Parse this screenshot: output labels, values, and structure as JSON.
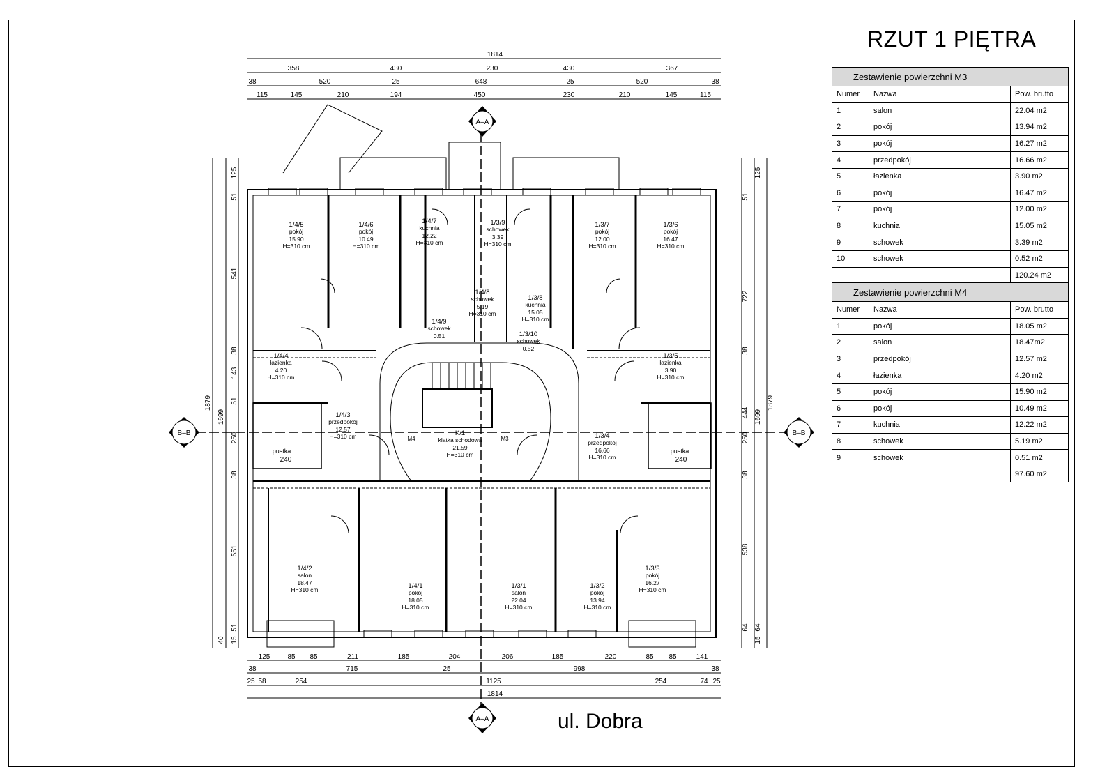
{
  "title": "RZUT 1 PIĘTRA",
  "street": "ul. Dobra",
  "section_marks": {
    "aa": "A–A",
    "bb": "B–B"
  },
  "table_m3": {
    "caption": "Zestawienie powierzchni  M3",
    "headers": [
      "Numer",
      "Nazwa",
      "Pow. brutto"
    ],
    "rows": [
      [
        "1",
        "salon",
        "22.04 m2"
      ],
      [
        "2",
        "pokój",
        "13.94 m2"
      ],
      [
        "3",
        "pokój",
        "16.27 m2"
      ],
      [
        "4",
        "przedpokój",
        "16.66 m2"
      ],
      [
        "5",
        "łazienka",
        "3.90 m2"
      ],
      [
        "6",
        "pokój",
        "16.47 m2"
      ],
      [
        "7",
        "pokój",
        "12.00 m2"
      ],
      [
        "8",
        "kuchnia",
        "15.05 m2"
      ],
      [
        "9",
        "schowek",
        "3.39 m2"
      ],
      [
        "10",
        "schowek",
        "0.52 m2"
      ]
    ],
    "total": "120.24 m2"
  },
  "table_m4": {
    "caption": "Zestawienie powierzchni  M4",
    "headers": [
      "Numer",
      "Nazwa",
      "Pow. brutto"
    ],
    "rows": [
      [
        "1",
        "pokój",
        "18.05 m2"
      ],
      [
        "2",
        "salon",
        "18.47m2"
      ],
      [
        "3",
        "przedpokój",
        "12.57 m2"
      ],
      [
        "4",
        "łazienka",
        "4.20 m2"
      ],
      [
        "5",
        "pokój",
        "15.90 m2"
      ],
      [
        "6",
        "pokój",
        "10.49 m2"
      ],
      [
        "7",
        "kuchnia",
        "12.22 m2"
      ],
      [
        "8",
        "schowek",
        "5.19 m2"
      ],
      [
        "9",
        "schowek",
        "0.51 m2"
      ]
    ],
    "total": "97.60 m2"
  },
  "dimensions": {
    "top_total": "1814",
    "top_row1": [
      "358",
      "430",
      "230",
      "430",
      "367"
    ],
    "top_row2": [
      "38",
      "520",
      "25",
      "648",
      "25",
      "520",
      "38"
    ],
    "top_row3": [
      "115",
      "145",
      "210",
      "194",
      "450",
      "230",
      "210",
      "145",
      "115"
    ],
    "bottom_row1": [
      "125",
      "85",
      "85",
      "211",
      "185",
      "204",
      "206",
      "185",
      "220",
      "85",
      "85",
      "141"
    ],
    "bottom_row2": [
      "38",
      "715",
      "25",
      "998",
      "38"
    ],
    "bottom_row3": [
      "25",
      "58",
      "254",
      "1125",
      "254",
      "74",
      "25"
    ],
    "bottom_total": "1814",
    "left_outer": "1879",
    "left_inner": "1699",
    "left_segments": [
      "125",
      "51",
      "541",
      "38",
      "143",
      "51",
      "250",
      "38",
      "551",
      "51",
      "40",
      "15"
    ],
    "right_outer": "1879",
    "right_inner": "1699",
    "right_segments": [
      "125",
      "51",
      "722",
      "38",
      "444",
      "250",
      "38",
      "538",
      "64",
      "64",
      "15"
    ]
  },
  "rooms": [
    {
      "id": "1/4/5",
      "name": "pokój",
      "area": "15.90",
      "height": "H=310 cm"
    },
    {
      "id": "1/4/6",
      "name": "pokój",
      "area": "10.49",
      "height": "H=310 cm"
    },
    {
      "id": "1/4/7",
      "name": "kuchnia",
      "area": "12.22",
      "height": "H=310 cm"
    },
    {
      "id": "1/3/9",
      "name": "schowek",
      "area": "3.39",
      "height": "H=310 cm"
    },
    {
      "id": "1/3/7",
      "name": "pokój",
      "area": "12.00",
      "height": "H=310 cm"
    },
    {
      "id": "1/3/6",
      "name": "pokój",
      "area": "16.47",
      "height": "H=310 cm"
    },
    {
      "id": "1/4/8",
      "name": "schowek",
      "area": "5.19",
      "height": "H=310 cm"
    },
    {
      "id": "1/3/8",
      "name": "kuchnia",
      "area": "15.05",
      "height": "H=310 cm"
    },
    {
      "id": "1/4/9",
      "name": "schowek",
      "area": "0.51",
      "height": ""
    },
    {
      "id": "1/3/10",
      "name": "schowek",
      "area": "0.52",
      "height": ""
    },
    {
      "id": "1/4/4",
      "name": "łazienka",
      "area": "4.20",
      "height": "H=310 cm"
    },
    {
      "id": "1/3/5",
      "name": "łazienka",
      "area": "3.90",
      "height": "H=310 cm"
    },
    {
      "id": "1/4/3",
      "name": "przedpokój",
      "area": "12.57",
      "height": "H=310 cm"
    },
    {
      "id": "K/1",
      "name": "klatka schodowa",
      "area": "21.59",
      "height": "H=310 cm"
    },
    {
      "id": "1/3/4",
      "name": "przedpokój",
      "area": "16.66",
      "height": "H=310 cm"
    },
    {
      "id": "1/4/2",
      "name": "salon",
      "area": "18.47",
      "height": "H=310 cm"
    },
    {
      "id": "1/4/1",
      "name": "pokój",
      "area": "18.05",
      "height": "H=310 cm"
    },
    {
      "id": "1/3/1",
      "name": "salon",
      "area": "22.04",
      "height": "H=310 cm"
    },
    {
      "id": "1/3/2",
      "name": "pokój",
      "area": "13.94",
      "height": "H=310 cm"
    },
    {
      "id": "1/3/3",
      "name": "pokój",
      "area": "16.27",
      "height": "H=310 cm"
    }
  ],
  "voids": [
    {
      "name": "pustka",
      "size": "240"
    },
    {
      "name": "pustka",
      "size": "240"
    }
  ],
  "unit_marks": [
    "M4",
    "M3"
  ]
}
